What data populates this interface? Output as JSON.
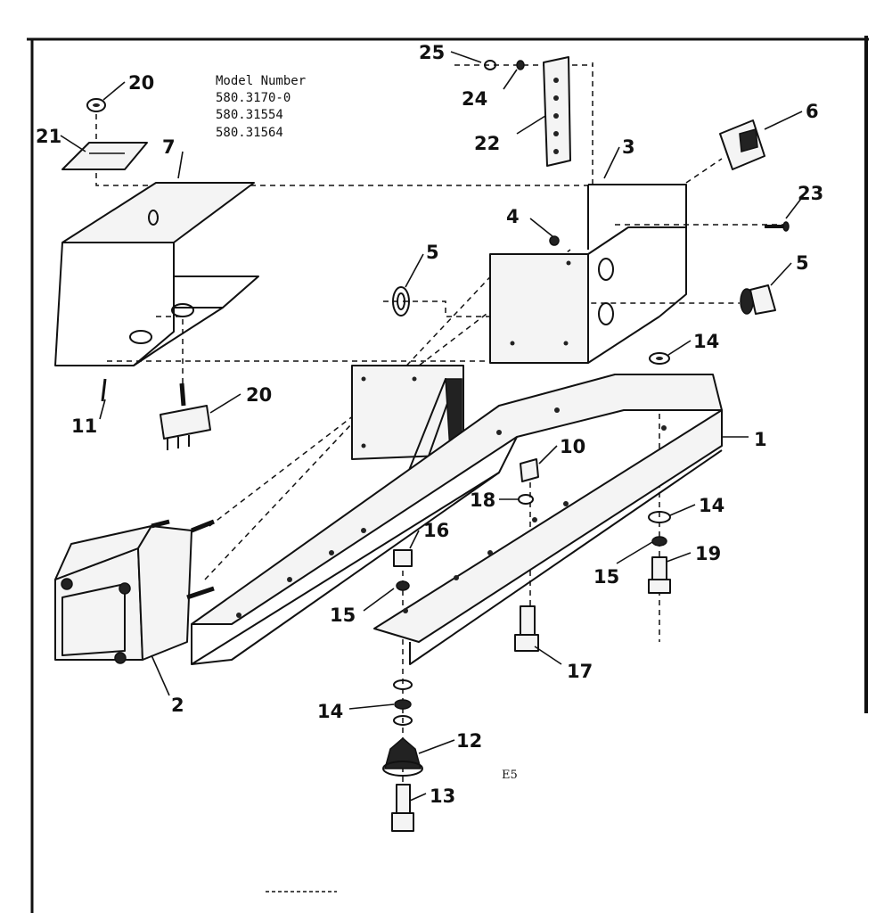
{
  "model_block": {
    "heading": "Model Number",
    "numbers": [
      "580.3170-0",
      "580.31554",
      "580.31564"
    ]
  },
  "figure_code": "E5",
  "callouts": [
    {
      "id": "c25",
      "label": "25"
    },
    {
      "id": "c24",
      "label": "24"
    },
    {
      "id": "c22",
      "label": "22"
    },
    {
      "id": "c20a",
      "label": "20"
    },
    {
      "id": "c21",
      "label": "21"
    },
    {
      "id": "c7",
      "label": "7"
    },
    {
      "id": "c3",
      "label": "3"
    },
    {
      "id": "c6",
      "label": "6"
    },
    {
      "id": "c23",
      "label": "23"
    },
    {
      "id": "c4",
      "label": "4"
    },
    {
      "id": "c5a",
      "label": "5"
    },
    {
      "id": "c5b",
      "label": "5"
    },
    {
      "id": "c14a",
      "label": "14"
    },
    {
      "id": "c11",
      "label": "11"
    },
    {
      "id": "c20b",
      "label": "20"
    },
    {
      "id": "c1",
      "label": "1"
    },
    {
      "id": "c10",
      "label": "10"
    },
    {
      "id": "c18",
      "label": "18"
    },
    {
      "id": "c14b",
      "label": "14"
    },
    {
      "id": "c16",
      "label": "16"
    },
    {
      "id": "c15a",
      "label": "15"
    },
    {
      "id": "c19",
      "label": "19"
    },
    {
      "id": "c15b",
      "label": "15"
    },
    {
      "id": "c17",
      "label": "17"
    },
    {
      "id": "c2",
      "label": "2"
    },
    {
      "id": "c14c",
      "label": "14"
    },
    {
      "id": "c12",
      "label": "12"
    },
    {
      "id": "c13",
      "label": "13"
    }
  ]
}
